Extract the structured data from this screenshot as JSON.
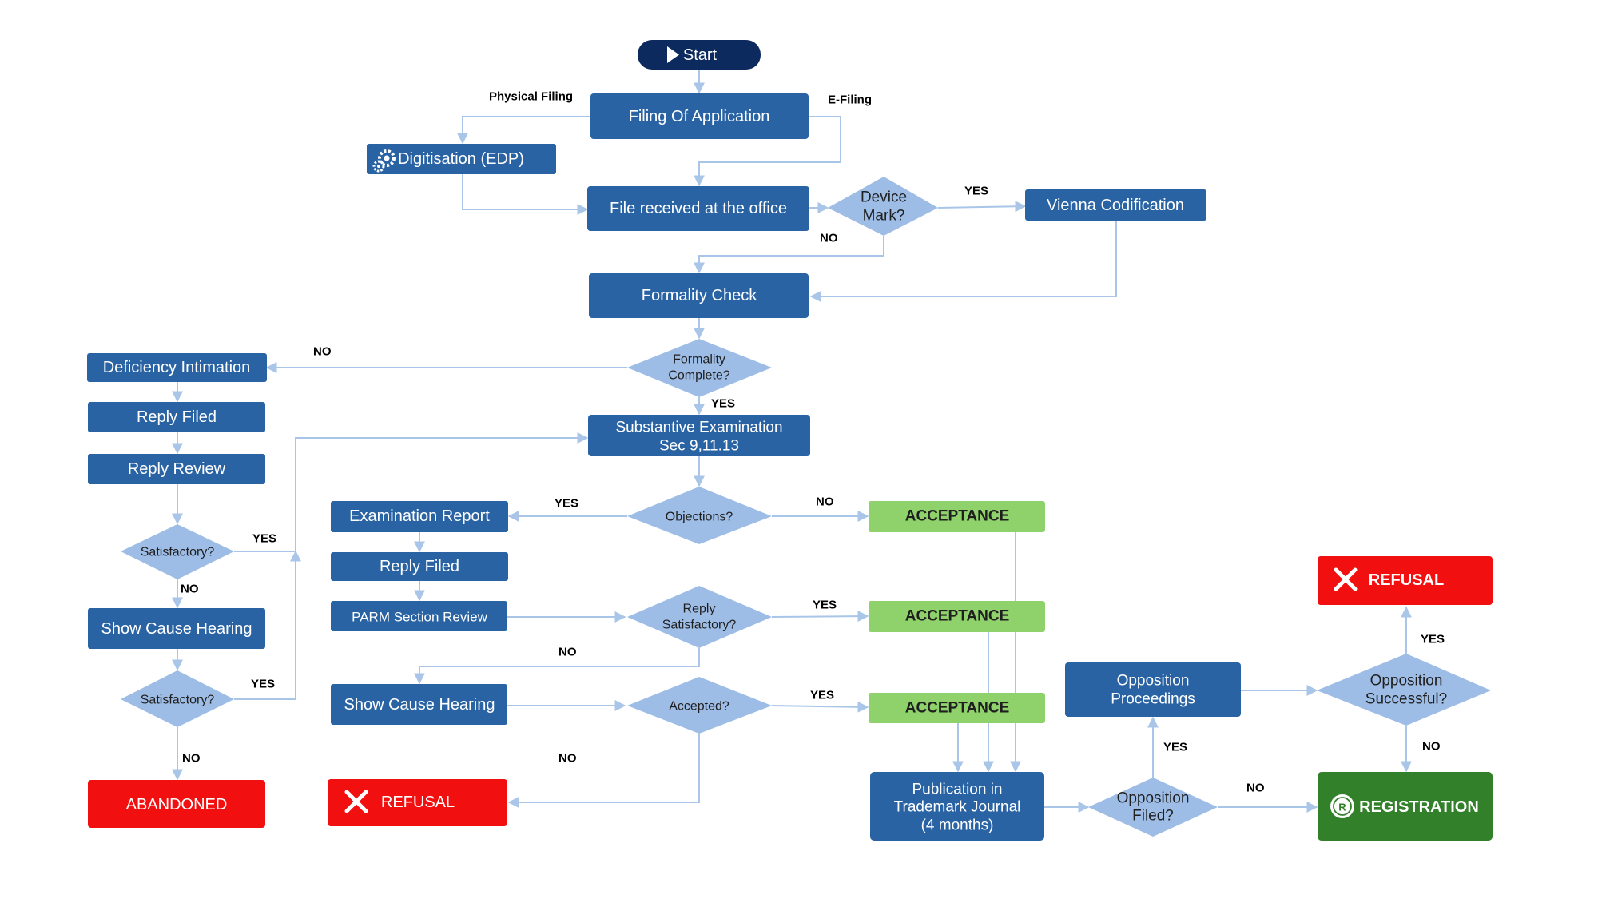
{
  "colors": {
    "process": "#2a63a3",
    "start": "#0d2a5e",
    "decision": "#9ebde6",
    "acceptance": "#8fd16b",
    "refusal": "#f20f0f",
    "registration": "#33802a",
    "connector": "#a9c6e8"
  },
  "nodes": {
    "start": "Start",
    "filing_application": "Filing Of Application",
    "digitisation": "Digitisation (EDP)",
    "file_received": "File received at the office",
    "device_mark": [
      "Device",
      "Mark?"
    ],
    "vienna_codification": "Vienna Codification",
    "formality_check": "Formality Check",
    "formality_complete": [
      "Formality",
      "Complete?"
    ],
    "deficiency_intimation": "Deficiency Intimation",
    "reply_filed_left": "Reply Filed",
    "reply_review": "Reply Review",
    "satisfactory_1": "Satisfactory?",
    "show_cause_hearing_left": "Show Cause Hearing",
    "satisfactory_2": "Satisfactory?",
    "abandoned": "ABANDONED",
    "substantive_examination": [
      "Substantive Examination",
      "Sec 9,11.13"
    ],
    "objections": "Objections?",
    "examination_report": "Examination Report",
    "reply_filed_mid": "Reply Filed",
    "parm_review": "PARM Section Review",
    "reply_satisfactory": [
      "Reply",
      "Satisfactory?"
    ],
    "show_cause_hearing_mid": "Show Cause Hearing",
    "accepted": "Accepted?",
    "refusal_mid": "REFUSAL",
    "acceptance_1": "ACCEPTANCE",
    "acceptance_2": "ACCEPTANCE",
    "acceptance_3": "ACCEPTANCE",
    "publication": [
      "Publication in",
      "Trademark Journal",
      "(4 months)"
    ],
    "opposition_filed": [
      "Opposition",
      "Filed?"
    ],
    "opposition_proceedings": [
      "Opposition",
      "Proceedings"
    ],
    "opposition_successful": [
      "Opposition",
      "Successful?"
    ],
    "refusal_right": "REFUSAL",
    "registration": "REGISTRATION"
  },
  "edge_labels": {
    "physical_filing": "Physical Filing",
    "e_filing": "E-Filing",
    "device_yes": "YES",
    "device_no": "NO",
    "formality_no": "NO",
    "formality_yes": "YES",
    "sat1_yes": "YES",
    "sat1_no": "NO",
    "sat2_yes": "YES",
    "sat2_no": "NO",
    "objections_yes": "YES",
    "objections_no": "NO",
    "reply_sat_yes": "YES",
    "reply_sat_no": "NO",
    "accepted_yes": "YES",
    "accepted_no": "NO",
    "opp_filed_yes": "YES",
    "opp_filed_no": "NO",
    "opp_success_yes": "YES",
    "opp_success_no": "NO"
  },
  "icons": {
    "start": "play-icon",
    "digitisation": "gears-icon",
    "refusal": "cross-icon",
    "registration": "registered-mark-icon"
  }
}
